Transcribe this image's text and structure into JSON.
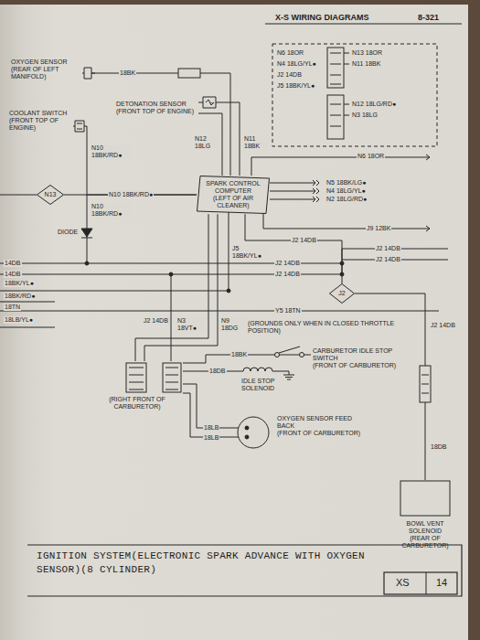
{
  "diagram": {
    "title": "IGNITION SYSTEM(ELECTRONIC SPARK ADVANCE WITH OXYGEN SENSOR)(8 CYLINDER)",
    "nodes": [
      {
        "text": [
          "OXYGEN SENSOR",
          "(REAR OF LEFT MANIFOLD)"
        ]
      },
      {
        "text": [
          "DETONATION SENSOR",
          "(FRONT TOP OF ENGINE)"
        ]
      },
      {
        "text": [
          "COOLANT SWITCH",
          "(FRONT TOP OF ENGINE)"
        ]
      },
      {
        "text": [
          "N13"
        ]
      },
      {
        "text": [
          "SPARK CONTROL COMPUTER",
          "(LEFT OF AIR CLEANER)"
        ]
      },
      {
        "text": [
          "J2"
        ]
      },
      {
        "text": [
          "(RIGHT FRONT OF CARBURETOR)"
        ]
      },
      {
        "text": [
          "CARBURETOR IDLE STOP SWITCH",
          "(FRONT OF CARBURETOR)"
        ]
      },
      {
        "text": [
          "IDLE STOP SOLENOID"
        ]
      },
      {
        "text": [
          "OXYGEN SENSOR FEED BACK",
          "(FRONT OF CARBURETOR)"
        ]
      },
      {
        "text": [
          "BOWL VENT SOLENOID",
          "(REAR OF CARBURETOR)"
        ]
      }
    ],
    "edges": [
      {
        "from": 0,
        "to": 4,
        "arrow": "none",
        "label": "18BK"
      },
      {
        "from": 1,
        "to": 4,
        "arrow": "none",
        "label": "N11 18BK"
      },
      {
        "from": 1,
        "to": 4,
        "arrow": "none",
        "label": "N12 18LG"
      },
      {
        "from": 2,
        "to": 4,
        "arrow": "none",
        "label": "N10 18BK/RD●"
      },
      {
        "from": 3,
        "to": 4,
        "arrow": "none",
        "label": "N10 18BK/RD●"
      },
      {
        "from": 4,
        "to": 6,
        "arrow": "none",
        "label": "N3 18VT●"
      },
      {
        "from": 4,
        "to": 6,
        "arrow": "none",
        "label": "N9 18DG"
      },
      {
        "from": 4,
        "to": 5,
        "arrow": "none",
        "label": "J2 14DB"
      },
      {
        "from": 6,
        "to": 7,
        "arrow": "none",
        "label": "18BK"
      },
      {
        "from": 6,
        "to": 8,
        "arrow": "none",
        "label": "18DB"
      },
      {
        "from": 6,
        "to": 9,
        "arrow": "none",
        "label": "18LB"
      },
      {
        "from": 6,
        "to": 9,
        "arrow": "none",
        "label": "18LB"
      },
      {
        "from": 5,
        "to": 10,
        "arrow": "none",
        "label": "18DB"
      }
    ],
    "labels": [
      "X-S WIRING DIAGRAMS",
      "8-321",
      "N6 18OR",
      "N4 18LG/YL●",
      "J2 14DB",
      "J5 18BK/YL●",
      "N13 18OR",
      "N11 18BK",
      "N12 18LG/RD●",
      "N3 18LG",
      "N6 18OR",
      "N5 18BK/LG●",
      "N4 18LG/YL●",
      "N2 18LG/RD●",
      "J9 12BK",
      "J5 18BK/YL●",
      "J2 14DB",
      "J2 14DB",
      "J2 14DB",
      "J2 14DB",
      "Y5 18TN",
      "14DB",
      "14DB",
      "18BK/YL●",
      "18BK/RD●",
      "18TN",
      "18LB/YL●",
      "DIODE",
      "N10 18BK/RD●",
      "(GROUNDS ONLY WHEN IN CLOSED THROTTLE POSITION)",
      "J2 14DB",
      "J2 14DB",
      "XS",
      "14"
    ]
  }
}
